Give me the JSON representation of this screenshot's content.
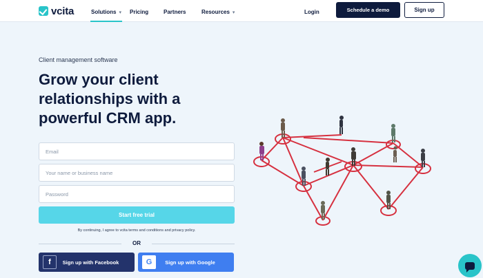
{
  "brand": {
    "name": "vcita",
    "accent": "#29c4c9",
    "navy": "#0e1b3d"
  },
  "nav": {
    "items": [
      {
        "label": "Solutions",
        "chevron": "▾"
      },
      {
        "label": "Pricing"
      },
      {
        "label": "Partners"
      },
      {
        "label": "Resources",
        "chevron": "▾"
      }
    ],
    "login": "Login",
    "demo_button": "Schedule a demo",
    "signup_button": "Sign up"
  },
  "hero": {
    "eyebrow": "Client management software",
    "headline": "Grow your client relationships with a powerful CRM app.",
    "form": {
      "email_placeholder": "Email",
      "name_placeholder": "Your name or business name",
      "password_placeholder": "Password",
      "submit": "Start free trial",
      "terms": "By continuing, I agree to vcita terms and conditions and privacy policy.",
      "or": "OR",
      "facebook": "Sign up with Facebook",
      "google": "Sign up with Google"
    }
  },
  "icons": {
    "facebook": "facebook-icon",
    "google": "google-icon",
    "chat": "chat-icon"
  }
}
